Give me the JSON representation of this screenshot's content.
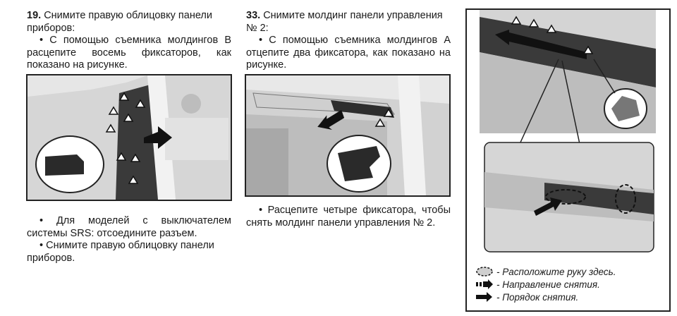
{
  "step19": {
    "number": "19.",
    "title": "Снимите правую облицовку панели приборов:",
    "bullet1": "•  С помощью съемника молдингов В расцепите восемь фиксаторов, как показано на рисунке.",
    "bullet2": "•  Для моделей с выключателем системы SRS: отсоедините разъем.",
    "bullet3": "•  Снимите правую облицовку панели приборов."
  },
  "step33": {
    "number": "33.",
    "title": "Снимите молдинг панели управления № 2:",
    "bullet1": "•  С помощью съемника молдингов А отцепите два фиксатора, как показано на рисунке.",
    "bullet2": "•  Расцепите четыре фиксатора, чтобы снять молдинг панели управления № 2."
  },
  "legend": {
    "hand": "- Расположите руку здесь.",
    "direction": "- Направление снятия.",
    "order": "- Порядок снятия."
  },
  "icons": {
    "clip": "clip-triangle-icon",
    "hand": "hand-position-ellipse-icon",
    "direction": "removal-direction-arrow-icon",
    "order": "removal-order-arrow-icon"
  }
}
